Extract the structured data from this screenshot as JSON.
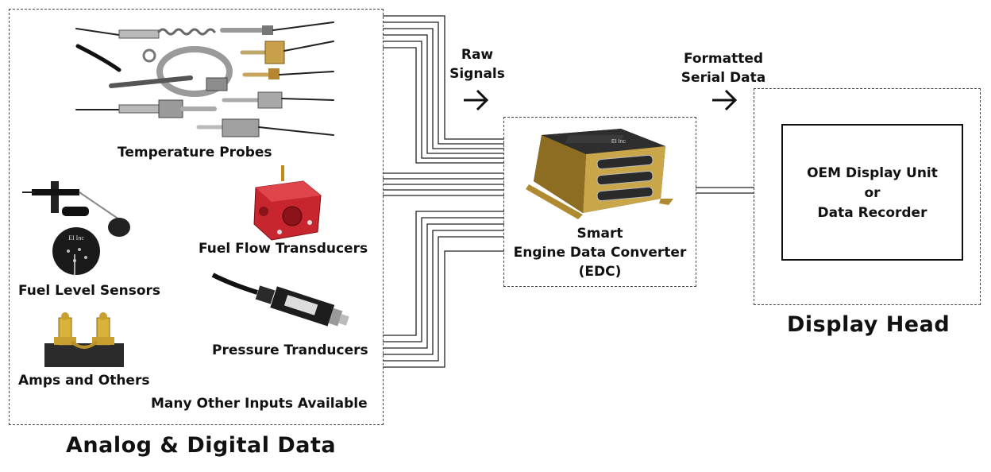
{
  "sources": {
    "temperature_probes": "Temperature Probes",
    "fuel_flow": "Fuel Flow Transducers",
    "fuel_level": "Fuel Level Sensors",
    "pressure": "Pressure Tranducers",
    "amps": "Amps and Others",
    "many_inputs": "Many Other Inputs Available",
    "group_title": "Analog & Digital Data"
  },
  "flow_labels": {
    "raw_line1": "Raw",
    "raw_line2": "Signals",
    "formatted_line1": "Formatted",
    "formatted_line2": "Serial Data"
  },
  "edc": {
    "line1": "Smart",
    "line2": "Engine Data Converter",
    "line3": "(EDC)",
    "face_text": "EI Inc"
  },
  "display": {
    "line1": "OEM Display Unit",
    "line2": "or",
    "line3": "Data Recorder",
    "title": "Display Head"
  },
  "fuel_level_sensor_text": "EI Inc"
}
